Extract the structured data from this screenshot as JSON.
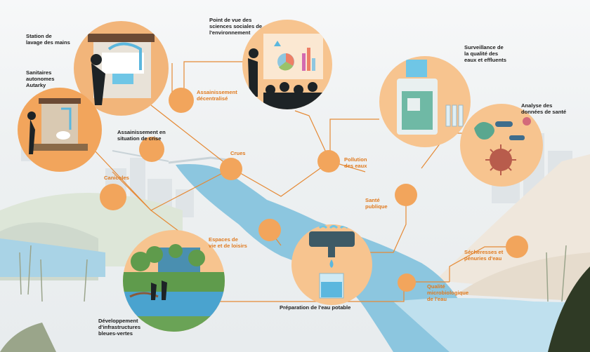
{
  "labels": {
    "station_lavage": "Station de\nlavage des mains",
    "sanitaires": "Sanitaires\nautonomes\nAutarky",
    "sciences_sociales": "Point de vue des\nsciences sociales de\nl'environnement",
    "surveillance": "Surveillance de\nla qualité des\neaux et effluents",
    "analyse_sante": "Analyse des\ndonnées de santé",
    "assainissement_crise": "Assainissement en\nsituation de crise",
    "assainissement_decentralise": "Assainissement\ndécentralisé",
    "crues": "Crues",
    "pollution": "Pollution\ndes eaux",
    "canicules": "Canicules",
    "sante_publique": "Santé\npublique",
    "espaces": "Espaces de\nvie et de loisirs",
    "secheresses": "Sécheresses et\npénuries d'eau",
    "qualite_micro": "Qualité\nmicrobiologique\nde l'eau",
    "preparation": "Préparation de l'eau potable",
    "infrastructures": "Développement\nd'infrastructures\nbleues-vertes"
  },
  "colors": {
    "accent": "#f2a55c",
    "line": "#e58a36",
    "river": "#86c3dd",
    "dark": "#1f2a2e",
    "label_orange": "#e07a1f"
  }
}
